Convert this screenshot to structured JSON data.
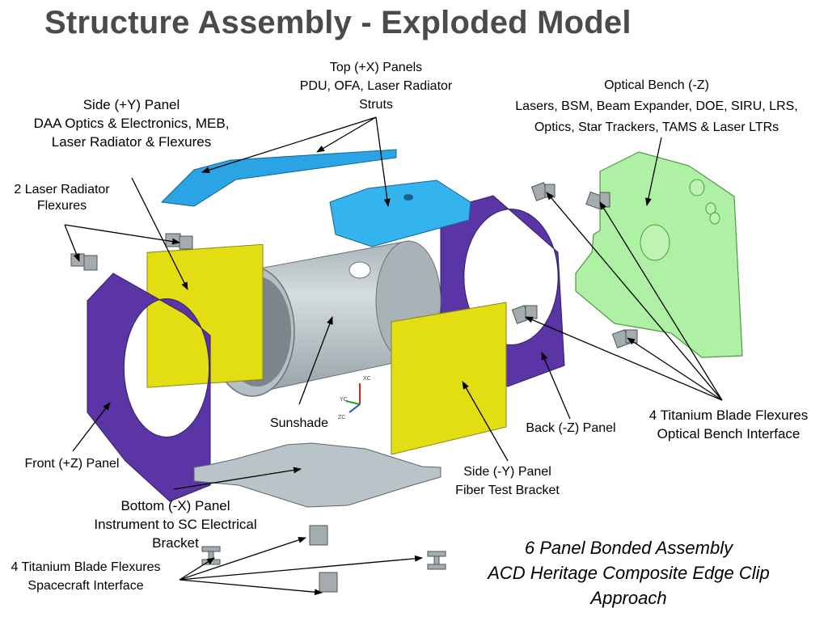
{
  "title": "Structure Assembly - Exploded Model",
  "labels": {
    "top_panels": [
      "Top (+X) Panels",
      "PDU, OFA, Laser Radiator",
      "Struts"
    ],
    "optical_bench": [
      "Optical Bench (-Z)",
      "Lasers, BSM, Beam Expander, DOE, SIRU, LRS,",
      "Optics, Star Trackers,  TAMS & Laser LTRs"
    ],
    "side_plus_y": [
      "Side (+Y) Panel",
      "DAA Optics & Electronics, MEB,",
      "Laser Radiator & Flexures"
    ],
    "laser_radiator_flexures": [
      "2 Laser Radiator",
      "Flexures"
    ],
    "sunshade": "Sunshade",
    "back_panel": "Back (-Z) Panel",
    "optical_bench_flexures": [
      "4 Titanium Blade Flexures",
      "Optical Bench Interface"
    ],
    "front_panel": "Front (+Z) Panel",
    "side_minus_y": [
      "Side (-Y) Panel",
      "Fiber Test Bracket"
    ],
    "bottom_panel": [
      "Bottom (-X) Panel",
      "Instrument to SC Electrical",
      "Bracket"
    ],
    "sc_flexures": [
      "4 Titanium Blade Flexures",
      "Spacecraft Interface"
    ],
    "axis_labels": [
      "XC",
      "YC",
      "ZC"
    ]
  },
  "notes": [
    "6 Panel Bonded Assembly",
    "ACD Heritage Composite Edge Clip",
    "Approach"
  ],
  "colors": {
    "purple": "#5b35a6",
    "yellow": "#e2de12",
    "blue": "#2aa4e4",
    "green": "#a6ef9a",
    "gray": "#b9c4c8",
    "title": "#4a4a4f"
  }
}
